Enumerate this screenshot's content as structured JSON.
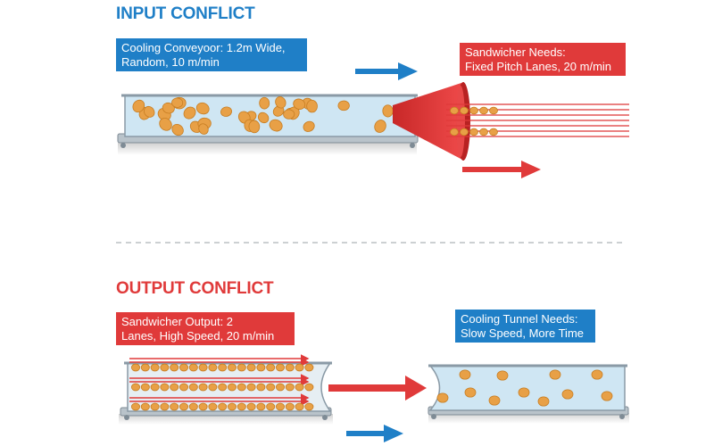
{
  "colors": {
    "blue": "#1f7fc7",
    "red": "#e03a3a",
    "belt_fill": "#cfe6f3",
    "belt_edge": "#8a9aa6",
    "product": "#e8a046",
    "product_edge": "#c77d22"
  },
  "input_section": {
    "heading": "INPUT CONFLICT",
    "left_callout": [
      "Cooling Conveyoor: 1.2m Wide,",
      "Random, 10 m/min"
    ],
    "right_callout": [
      "Sandwicher Needs:",
      "Fixed Pitch Lanes, 20 m/min"
    ]
  },
  "output_section": {
    "heading": "OUTPUT CONFLICT",
    "left_callout": [
      "Sandwicher Output: 2",
      "Lanes, High Speed, 20 m/min"
    ],
    "right_callout": [
      "Cooling Tunnel Needs:",
      "Slow Speed, More Time"
    ]
  }
}
